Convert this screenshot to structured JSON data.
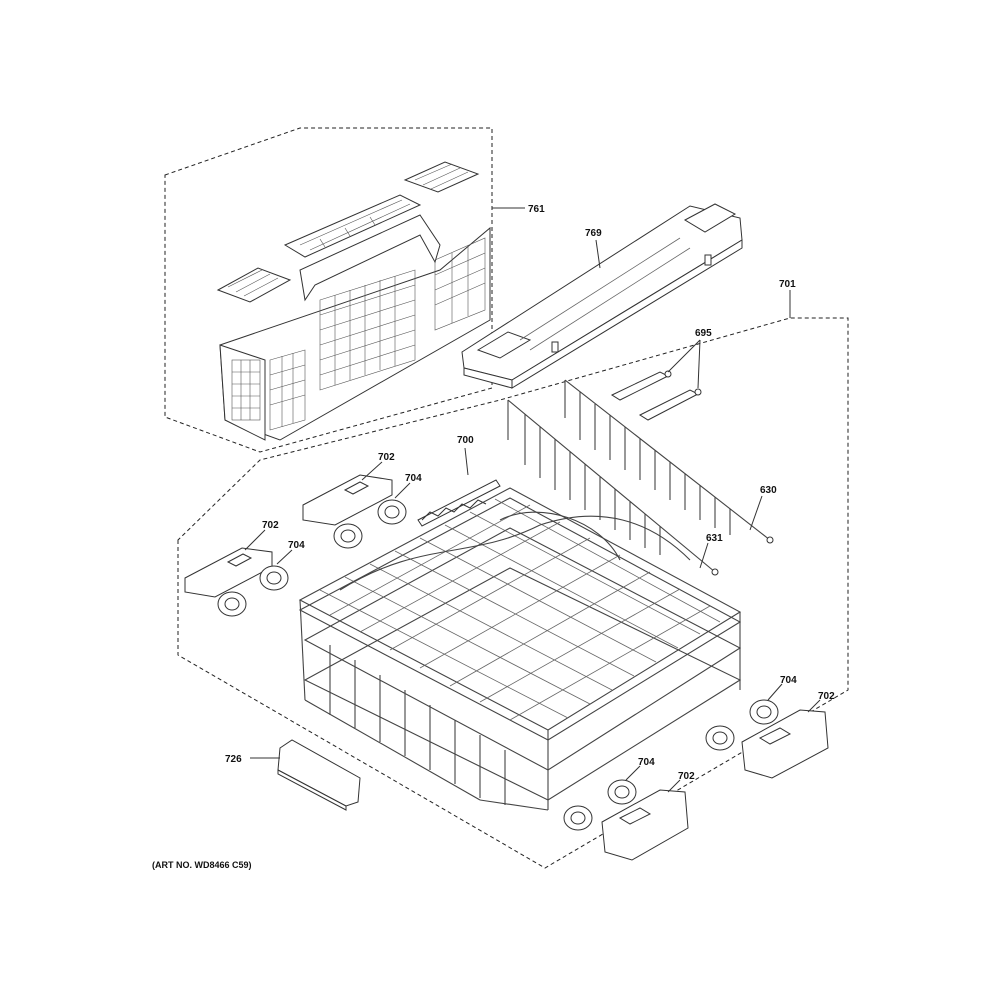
{
  "parts": {
    "p761": "761",
    "p769": "769",
    "p701": "701",
    "p695": "695",
    "p700": "700",
    "p702_a": "702",
    "p704_a": "704",
    "p702_b": "702",
    "p704_b": "704",
    "p630": "630",
    "p631": "631",
    "p704_c": "704",
    "p702_c": "702",
    "p704_d": "704",
    "p702_d": "702",
    "p726": "726"
  },
  "art_number": "(ART NO. WD8466 C59)"
}
